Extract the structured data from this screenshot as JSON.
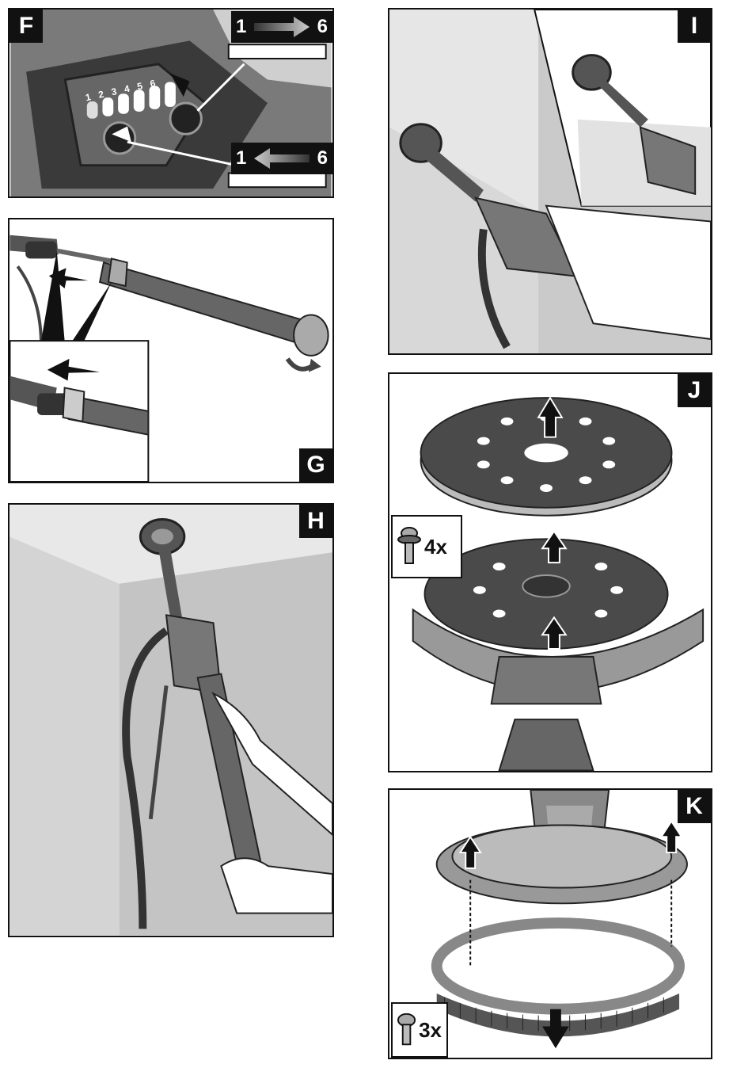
{
  "panels": {
    "F": {
      "label": "F",
      "callout_top": {
        "from": "1",
        "to": "6"
      },
      "callout_bottom": {
        "from": "1",
        "to": "6"
      },
      "speed_numbers": [
        "1",
        "2",
        "3",
        "4",
        "5",
        "6"
      ]
    },
    "G": {
      "label": "G"
    },
    "H": {
      "label": "H"
    },
    "I": {
      "label": "I"
    },
    "J": {
      "label": "J",
      "screw_count": "4x"
    },
    "K": {
      "label": "K",
      "screw_count": "3x"
    }
  }
}
